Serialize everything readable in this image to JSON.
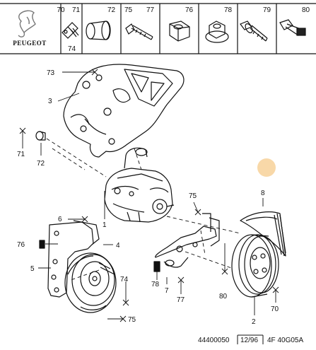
{
  "brand": {
    "name": "PEUGEOT"
  },
  "header_parts": [
    "70",
    "71",
    "72",
    "75",
    "77",
    "76",
    "78",
    "79",
    "80"
  ],
  "header_subref": "74",
  "callouts": {
    "c73": "73",
    "c3": "3",
    "c71": "71",
    "c72": "72",
    "c1": "1",
    "c75": "75",
    "c8": "8",
    "c6": "6",
    "c76": "76",
    "c4": "4",
    "c5": "5",
    "c74": "74",
    "c78": "78",
    "c7": "7",
    "c77": "77",
    "c80": "80",
    "c2": "2",
    "c70": "70",
    "c75b": "75"
  },
  "footer": {
    "ref": "44400050",
    "date": "12/96",
    "code": "4F 40G05A"
  },
  "colors": {
    "line": "#111111",
    "accent_dot": "#f8d8a8"
  }
}
